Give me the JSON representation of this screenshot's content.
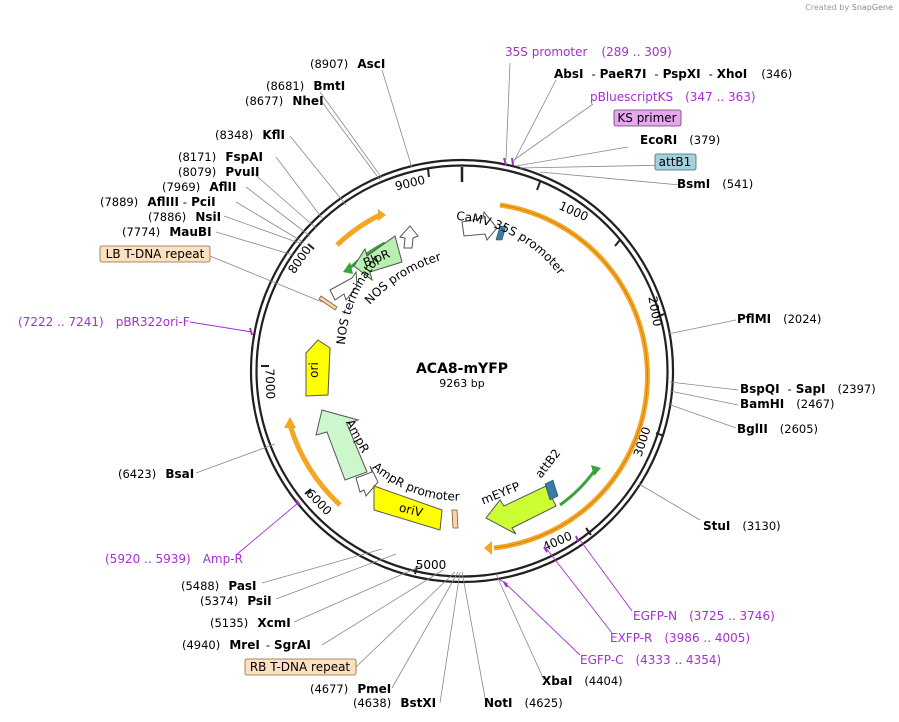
{
  "plasmid": {
    "name": "ACA8-mYFP",
    "length_label": "9263 bp"
  },
  "credit": {
    "prefix": "Created by",
    "brand": "SnapGene"
  },
  "ticks": [
    "1000",
    "2000",
    "3000",
    "4000",
    "5000",
    "6000",
    "7000",
    "8000",
    "9000"
  ],
  "sites": [
    {
      "name": "AscI",
      "pos": "(8907)"
    },
    {
      "name": "BmtI",
      "pos": "(8681)"
    },
    {
      "name": "NheI",
      "pos": "(8677)"
    },
    {
      "name": "KflI",
      "pos": "(8348)"
    },
    {
      "name": "FspAI",
      "pos": "(8171)"
    },
    {
      "name": "PvuII",
      "pos": "(8079)"
    },
    {
      "name": "AflII",
      "pos": "(7969)"
    },
    {
      "name": "AflIII",
      "name2": "PciI",
      "pos": "(7889)"
    },
    {
      "name": "NsiI",
      "pos": "(7886)"
    },
    {
      "name": "MauBI",
      "pos": "(7774)"
    },
    {
      "name": "AbsI",
      "name2": "PaeR7I",
      "name3": "PspXI",
      "name4": "XhoI",
      "pos": "(346)"
    },
    {
      "name": "EcoRI",
      "pos": "(379)"
    },
    {
      "name": "BsmI",
      "pos": "(541)"
    },
    {
      "name": "PflMI",
      "pos": "(2024)"
    },
    {
      "name": "BspQI",
      "name2": "SapI",
      "pos": "(2397)"
    },
    {
      "name": "BamHI",
      "pos": "(2467)"
    },
    {
      "name": "BglII",
      "pos": "(2605)"
    },
    {
      "name": "StuI",
      "pos": "(3130)"
    },
    {
      "name": "BsaI",
      "pos": "(6423)"
    },
    {
      "name": "PasI",
      "pos": "(5488)"
    },
    {
      "name": "PsiI",
      "pos": "(5374)"
    },
    {
      "name": "XcmI",
      "pos": "(5135)"
    },
    {
      "name": "MreI",
      "name2": "SgrAI",
      "pos": "(4940)"
    },
    {
      "name": "PmeI",
      "pos": "(4677)"
    },
    {
      "name": "BstXI",
      "pos": "(4638)"
    },
    {
      "name": "NotI",
      "pos": "(4625)"
    },
    {
      "name": "XbaI",
      "pos": "(4404)"
    }
  ],
  "primers": [
    {
      "name": "35S promoter",
      "range": "(289 .. 309)"
    },
    {
      "name": "pBluescriptKS",
      "range": "(347 .. 363)"
    },
    {
      "name": "pBR322ori-F",
      "range": "(7222 .. 7241)"
    },
    {
      "name": "Amp-R",
      "range": "(5920 .. 5939)"
    },
    {
      "name": "EGFP-N",
      "range": "(3725 .. 3746)"
    },
    {
      "name": "EXFP-R",
      "range": "(3986 .. 4005)"
    },
    {
      "name": "EGFP-C",
      "range": "(4333 .. 4354)"
    }
  ],
  "boxed_labels": {
    "ks_primer": "KS primer",
    "attb1": "attB1",
    "lb": "LB T-DNA repeat",
    "rb": "RB T-DNA repeat"
  },
  "features": {
    "camv": "CaMV 35S promoter",
    "nos_promoter": "NOS promoter",
    "nos_terminator": "NOS terminator",
    "blpr": "BlpR",
    "ori": "ori",
    "ampr": "AmpR",
    "ampr_promoter": "AmpR promoter",
    "oriv": "oriV",
    "meyfp": "mEYFP",
    "attb2": "attB2"
  },
  "colors": {
    "backbone": "#231f20",
    "orange": "#f5a623",
    "green": "#3aa23a",
    "blpr_fill": "#b7f0b0",
    "ampr_fill": "#ccf7cc",
    "ori_fill": "#ffff00",
    "meyfp_fill": "#ccff33",
    "primer": "#a62fd0",
    "attb_fill": "#a5d1dd",
    "ks_fill": "#e7a6f0",
    "tdna_fill": "#fce0bf"
  }
}
